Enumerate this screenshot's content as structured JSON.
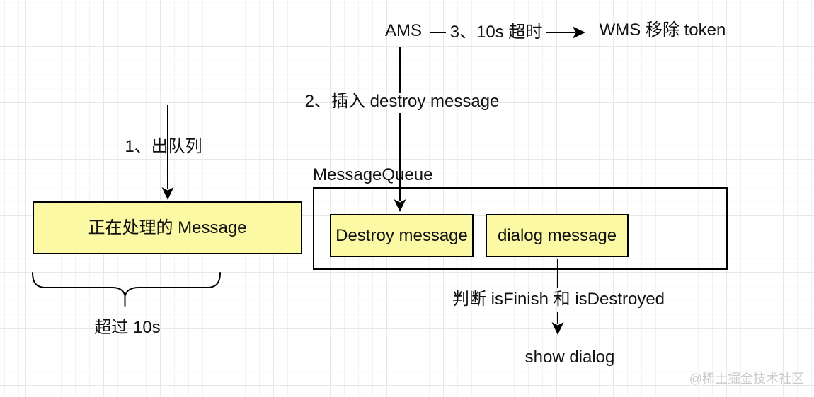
{
  "colors": {
    "background": "#ffffff",
    "grid_major": "#e7e7e7",
    "grid_minor": "#f3f3f3",
    "line": "#000000",
    "box_fill": "#fbf9a3",
    "box_border": "#000000",
    "text": "#111111",
    "watermark": "#c9c9c9"
  },
  "nodes": {
    "ams": {
      "label": "AMS"
    },
    "wms_remove_token": {
      "label": "WMS 移除 token"
    },
    "processing_message": {
      "label": "正在处理的 Message"
    },
    "message_queue": {
      "label": "MessageQueue"
    },
    "destroy_message": {
      "label": "Destroy message"
    },
    "dialog_message": {
      "label": "dialog message"
    },
    "show_dialog": {
      "label": "show dialog"
    }
  },
  "edge_labels": {
    "step1": {
      "label": "1、出队列"
    },
    "step2": {
      "label": "2、插入 destroy message"
    },
    "step3": {
      "label": "3、10s 超时"
    },
    "judge": {
      "label": "判断 isFinish 和 isDestroyed"
    },
    "timeout": {
      "label": "超过 10s"
    }
  },
  "watermark": {
    "label": "@稀土掘金技术社区"
  }
}
